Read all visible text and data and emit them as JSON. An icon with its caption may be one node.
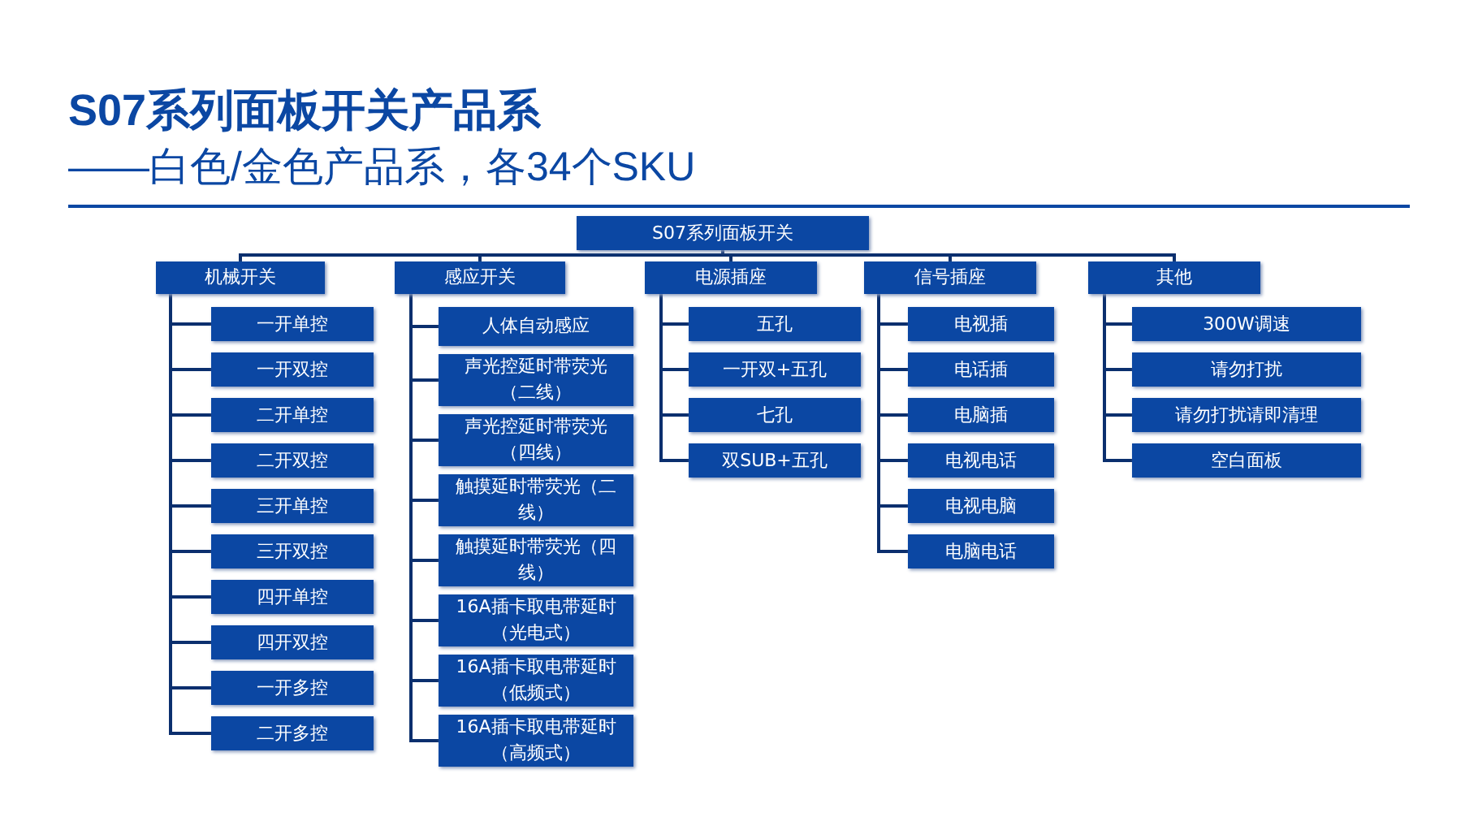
{
  "diagram": {
    "title": "S07系列面板开关产品系",
    "labels": [
      "——白色/金色产品系，各34个SKU"
    ],
    "nodes": [
      {
        "text": [
          "S07系列面板开关"
        ]
      },
      {
        "text": [
          "机械开关"
        ]
      },
      {
        "text": [
          "感应开关"
        ]
      },
      {
        "text": [
          "电源插座"
        ]
      },
      {
        "text": [
          "信号插座"
        ]
      },
      {
        "text": [
          "其他"
        ]
      },
      {
        "text": [
          "一开单控"
        ]
      },
      {
        "text": [
          "一开双控"
        ]
      },
      {
        "text": [
          "二开单控"
        ]
      },
      {
        "text": [
          "二开双控"
        ]
      },
      {
        "text": [
          "三开单控"
        ]
      },
      {
        "text": [
          "三开双控"
        ]
      },
      {
        "text": [
          "四开单控"
        ]
      },
      {
        "text": [
          "四开双控"
        ]
      },
      {
        "text": [
          "一开多控"
        ]
      },
      {
        "text": [
          "二开多控"
        ]
      },
      {
        "text": [
          "人体自动感应"
        ]
      },
      {
        "text": [
          "声光控延时带荧光（二线）"
        ]
      },
      {
        "text": [
          "声光控延时带荧光（四线）"
        ]
      },
      {
        "text": [
          "触摸延时带荧光（二线）"
        ]
      },
      {
        "text": [
          "触摸延时带荧光（四线）"
        ]
      },
      {
        "text": [
          "16A插卡取电带延时（光电式）"
        ]
      },
      {
        "text": [
          "16A插卡取电带延时（低频式）"
        ]
      },
      {
        "text": [
          "16A插卡取电带延时（高频式）"
        ]
      },
      {
        "text": [
          "五孔"
        ]
      },
      {
        "text": [
          "一开双+五孔"
        ]
      },
      {
        "text": [
          "七孔"
        ]
      },
      {
        "text": [
          "双SUB+五孔"
        ]
      },
      {
        "text": [
          "电视插"
        ]
      },
      {
        "text": [
          "电话插"
        ]
      },
      {
        "text": [
          "电脑插"
        ]
      },
      {
        "text": [
          "电视电话"
        ]
      },
      {
        "text": [
          "电视电脑"
        ]
      },
      {
        "text": [
          "电脑电话"
        ]
      },
      {
        "text": [
          "300W调速"
        ]
      },
      {
        "text": [
          "请勿打扰"
        ]
      },
      {
        "text": [
          "请勿打扰请即清理"
        ]
      },
      {
        "text": [
          "空白面板"
        ]
      }
    ],
    "edges": [
      {
        "from": 0,
        "to": 1,
        "arrow": "none"
      },
      {
        "from": 0,
        "to": 2,
        "arrow": "none"
      },
      {
        "from": 0,
        "to": 3,
        "arrow": "none"
      },
      {
        "from": 0,
        "to": 4,
        "arrow": "none"
      },
      {
        "from": 0,
        "to": 5,
        "arrow": "none"
      },
      {
        "from": 1,
        "to": 6,
        "arrow": "none"
      },
      {
        "from": 1,
        "to": 7,
        "arrow": "none"
      },
      {
        "from": 1,
        "to": 8,
        "arrow": "none"
      },
      {
        "from": 1,
        "to": 9,
        "arrow": "none"
      },
      {
        "from": 1,
        "to": 10,
        "arrow": "none"
      },
      {
        "from": 1,
        "to": 11,
        "arrow": "none"
      },
      {
        "from": 1,
        "to": 12,
        "arrow": "none"
      },
      {
        "from": 1,
        "to": 13,
        "arrow": "none"
      },
      {
        "from": 1,
        "to": 14,
        "arrow": "none"
      },
      {
        "from": 1,
        "to": 15,
        "arrow": "none"
      },
      {
        "from": 2,
        "to": 16,
        "arrow": "none"
      },
      {
        "from": 2,
        "to": 17,
        "arrow": "none"
      },
      {
        "from": 2,
        "to": 18,
        "arrow": "none"
      },
      {
        "from": 2,
        "to": 19,
        "arrow": "none"
      },
      {
        "from": 2,
        "to": 20,
        "arrow": "none"
      },
      {
        "from": 2,
        "to": 21,
        "arrow": "none"
      },
      {
        "from": 2,
        "to": 22,
        "arrow": "none"
      },
      {
        "from": 2,
        "to": 23,
        "arrow": "none"
      },
      {
        "from": 3,
        "to": 24,
        "arrow": "none"
      },
      {
        "from": 3,
        "to": 25,
        "arrow": "none"
      },
      {
        "from": 3,
        "to": 26,
        "arrow": "none"
      },
      {
        "from": 3,
        "to": 27,
        "arrow": "none"
      },
      {
        "from": 4,
        "to": 28,
        "arrow": "none"
      },
      {
        "from": 4,
        "to": 29,
        "arrow": "none"
      },
      {
        "from": 4,
        "to": 30,
        "arrow": "none"
      },
      {
        "from": 4,
        "to": 31,
        "arrow": "none"
      },
      {
        "from": 4,
        "to": 32,
        "arrow": "none"
      },
      {
        "from": 4,
        "to": 33,
        "arrow": "none"
      },
      {
        "from": 5,
        "to": 34,
        "arrow": "none"
      },
      {
        "from": 5,
        "to": 35,
        "arrow": "none"
      },
      {
        "from": 5,
        "to": 36,
        "arrow": "none"
      },
      {
        "from": 5,
        "to": 37,
        "arrow": "none"
      }
    ]
  }
}
